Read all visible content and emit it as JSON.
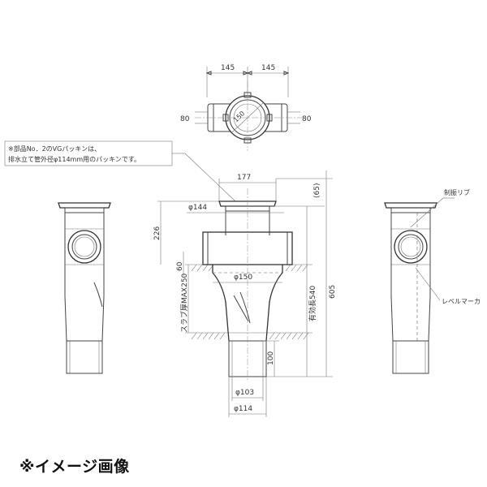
{
  "top_view": {
    "dim_left": "145",
    "dim_right": "145",
    "dim_circle": "150",
    "dim_port_left": "80",
    "dim_port_right": "80"
  },
  "note": {
    "line1": "※部品No．2のVGパッキンは、",
    "line2": "排水立て管外径φ114mm用のパッキンです。"
  },
  "front_view": {
    "dim_top_width": "177",
    "dim_top_right": "(65)",
    "dim_flange": "φ144",
    "dim_226": "226",
    "dim_60": "60",
    "dim_slab": "スラブ厚MAX250",
    "dim_body": "φ150",
    "dim_effective": "有効長540",
    "dim_overall": "605",
    "dim_100": "100",
    "dim_inner": "φ103",
    "dim_outer": "φ114"
  },
  "side_view": {
    "label_rib": "制振リブ",
    "label_marker": "レベルマーカ"
  },
  "caption": "※イメージ画像"
}
